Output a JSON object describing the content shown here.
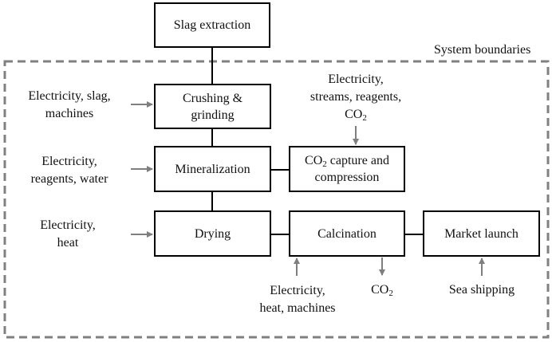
{
  "diagram": {
    "system_boundary_label": "System boundaries",
    "processes": {
      "slag_extraction": "Slag extraction",
      "crushing": "Crushing &\ngrinding",
      "mineralization": "Mineralization",
      "co2_capture_prefix": "CO",
      "co2_capture_sub": "2",
      "co2_capture_suffix": " capture and\ncompression",
      "drying": "Drying",
      "calcination": "Calcination",
      "market_launch": "Market launch"
    },
    "inputs": {
      "crushing_inputs": "Electricity, slag,\nmachines",
      "mineralization_inputs": "Electricity,\nreagents, water",
      "drying_inputs": "Electricity,\nheat",
      "capture_inputs_text": "Electricity,\nstreams, reagents,",
      "capture_inputs_co2": "CO",
      "capture_inputs_co2_sub": "2",
      "calcination_inputs": "Electricity,\nheat, machines",
      "market_inputs": "Sea shipping"
    },
    "outputs": {
      "calcination_co2": "CO",
      "calcination_co2_sub": "2"
    }
  }
}
